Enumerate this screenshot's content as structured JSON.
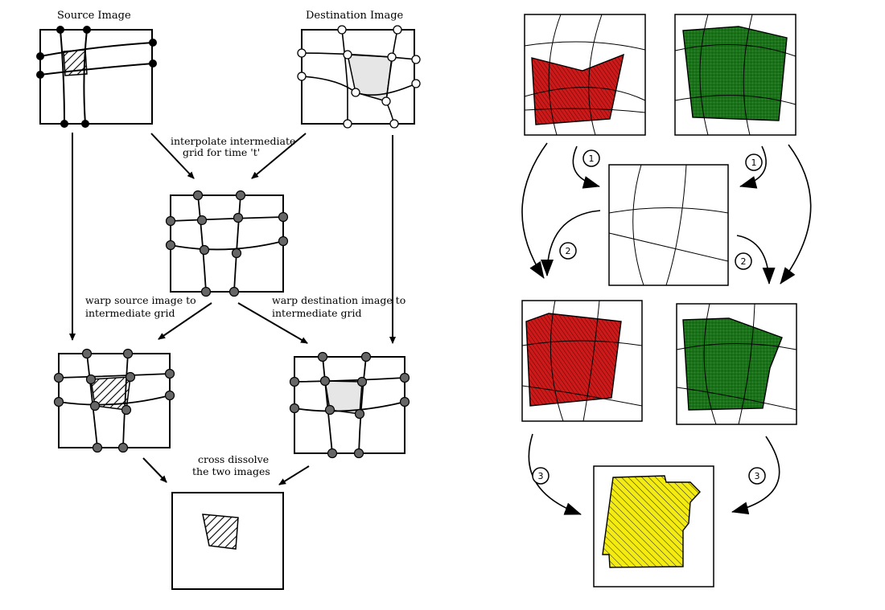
{
  "left_panel": {
    "source_title": "Source Image",
    "destination_title": "Destination Image",
    "interpolate_label": [
      "interpolate intermediate",
      "grid for time 't'"
    ],
    "warp_source_label": [
      "warp source image to",
      "intermediate grid"
    ],
    "warp_destination_label": [
      "warp destination image to",
      "intermediate grid"
    ],
    "cross_dissolve_label": [
      "cross dissolve",
      "the two images"
    ]
  },
  "right_panel": {
    "step_labels": [
      "1",
      "1",
      "2",
      "2",
      "3",
      "3"
    ]
  },
  "colors": {
    "source_shape": "#cc1a1a",
    "destination_shape": "#1f9a1f",
    "result_shape": "#f4ec10",
    "filled_node": "#000000",
    "intermediate_node": "#666666",
    "destination_patch": "#e6e6e6"
  }
}
